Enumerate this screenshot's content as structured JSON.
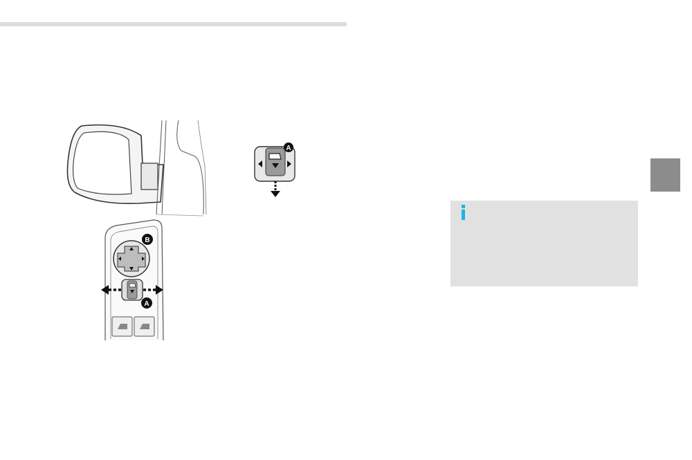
{
  "illustration": {
    "callouts": {
      "a_top": "A",
      "b": "B",
      "a_bottom": "A"
    }
  },
  "info_box": {
    "icon": "info-icon"
  },
  "colors": {
    "top_rule": "#dcdcdc",
    "side_tab": "#8c8c8c",
    "info_box": "#e1e1e1",
    "info_icon": "#1fb2e8"
  }
}
